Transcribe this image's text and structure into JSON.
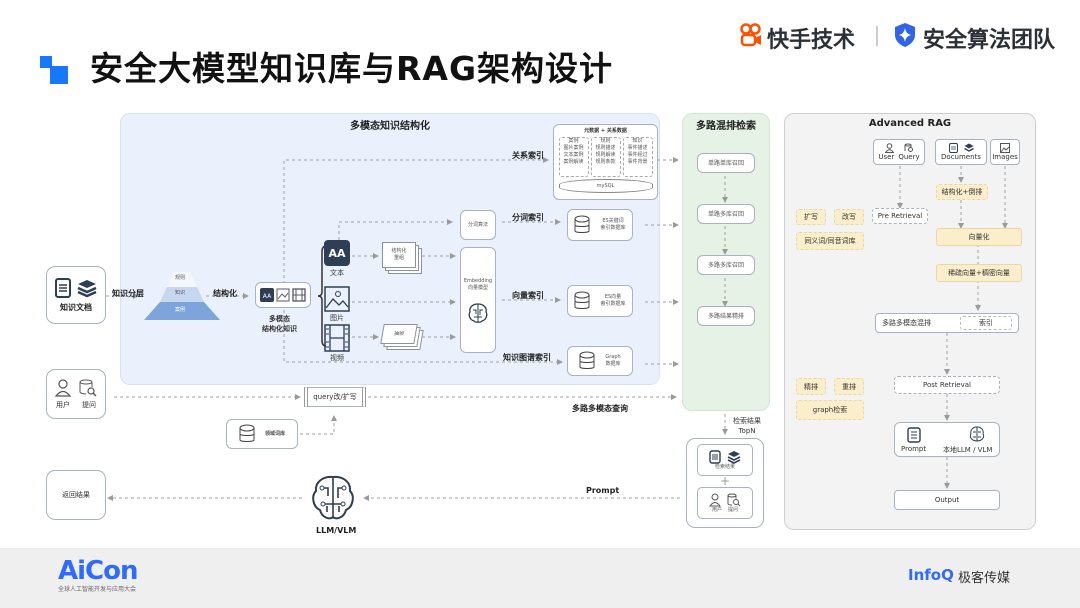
{
  "header": {
    "title": "安全大模型知识库与RAG架构设计",
    "brand_left": "快手技术",
    "brand_right": "安全算法团队",
    "colors": {
      "accent": "#1677ff",
      "kuaishou_orange": "#ff5000"
    }
  },
  "inputs": {
    "knowledge_doc": "知识文档",
    "user": "用户",
    "question": "提问",
    "return_result": "返回结果",
    "domain_lexicon": "领域词库",
    "query_rewrite": "query改/扩写",
    "llm": "LLM/VLM"
  },
  "edges": {
    "knowledge_layering": "知识分层",
    "structuring": "结构化",
    "relation_index": "关系索引",
    "token_index": "分词索引",
    "vector_index": "向量索引",
    "kg_index": "知识图谱索引",
    "multi_query": "多路多模态查询",
    "prompt": "Prompt",
    "topn": "检索结果",
    "topn2": "TopN"
  },
  "structuring": {
    "title": "多模态知识结构化",
    "pyramid": [
      "规则",
      "知识",
      "案例"
    ],
    "multimodal_label_1": "多模态",
    "multimodal_label_2": "结构化知识",
    "modal_text": "文本",
    "modal_image": "图片",
    "modal_video": "视频",
    "restructure_1": "结构化",
    "restructure_2": "重组",
    "frame_extract": "抽帧",
    "tokenizer": "分词算法",
    "embedding_1": "Embedding",
    "embedding_2": "向量模型",
    "meta": {
      "title": "元数据 + 关系数据",
      "columns": [
        {
          "head": "案例",
          "items": [
            "图片案例",
            "文本案例",
            "案例解读"
          ]
        },
        {
          "head": "规则",
          "items": [
            "规则描述",
            "规则解读",
            "规则条款",
            "注意要点"
          ]
        },
        {
          "head": "知识",
          "items": [
            "事件描述",
            "事件经过",
            "事件背景",
            "事件影响"
          ]
        }
      ],
      "db": "mySQL"
    },
    "es_keyword_1": "ES关键词",
    "es_keyword_2": "索引数据库",
    "es_vector_1": "ES向量",
    "es_vector_2": "索引数据库",
    "graph_1": "Graph",
    "graph_2": "数据库"
  },
  "retrieval": {
    "title": "多路混排检索",
    "steps": [
      "单路单库召回",
      "单路多库召回",
      "多路多库召回",
      "多路结果精排"
    ]
  },
  "prompt_box": {
    "results": "检索结果",
    "user": "用户",
    "question": "提问"
  },
  "advanced": {
    "title": "Advanced RAG",
    "user": "User",
    "query": "Query",
    "documents": "Documents",
    "images": "Images",
    "struct_invert": "结构化+倒排",
    "rewrite_expand": "扩写",
    "rewrite": "改写",
    "synonym": "同义词/同音词库",
    "pre_retrieval": "Pre Retrieval",
    "vectorize": "向量化",
    "sparse_dense": "稀疏向量+稠密向量",
    "multi_mix": "多路多模态混排",
    "index": "索引",
    "fine_rank": "精排",
    "rerank": "重排",
    "graph_search": "graph检索",
    "post_retrieval": "Post Retrieval",
    "prompt": "Prompt",
    "local_llm": "本地LLM / VLM",
    "output": "Output"
  },
  "footer": {
    "aicon": "AiCon",
    "aicon_sub": "全球人工智能开发与应用大会",
    "infoq": "InfoQ",
    "infoq_cn": "极客传媒"
  }
}
